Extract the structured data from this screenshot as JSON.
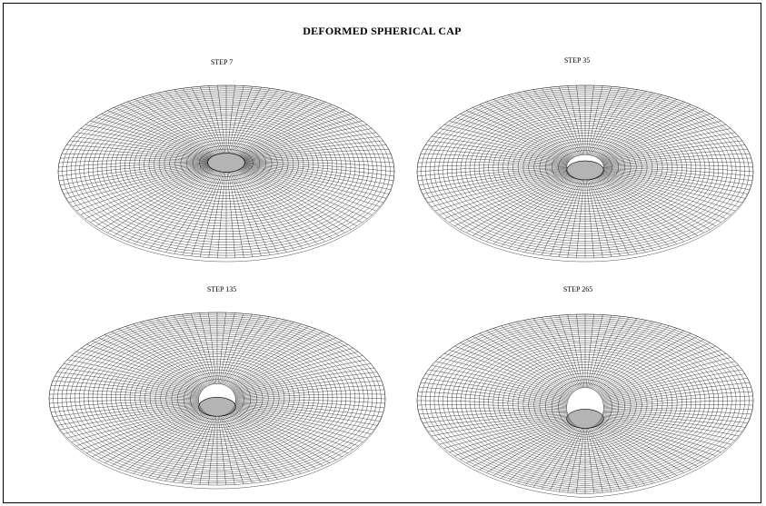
{
  "title": "DEFORMED SPHERICAL CAP",
  "panels": [
    {
      "label": "STEP 7",
      "sag": 0.0,
      "tilt": 0.0
    },
    {
      "label": "STEP 35",
      "sag": 0.1,
      "tilt": 0.0
    },
    {
      "label": "STEP 135",
      "sag": 0.22,
      "tilt": 0.0
    },
    {
      "label": "STEP 265",
      "sag": 0.35,
      "tilt": 0.08
    }
  ],
  "colors": {
    "line": "#000000",
    "background": "#ffffff"
  }
}
